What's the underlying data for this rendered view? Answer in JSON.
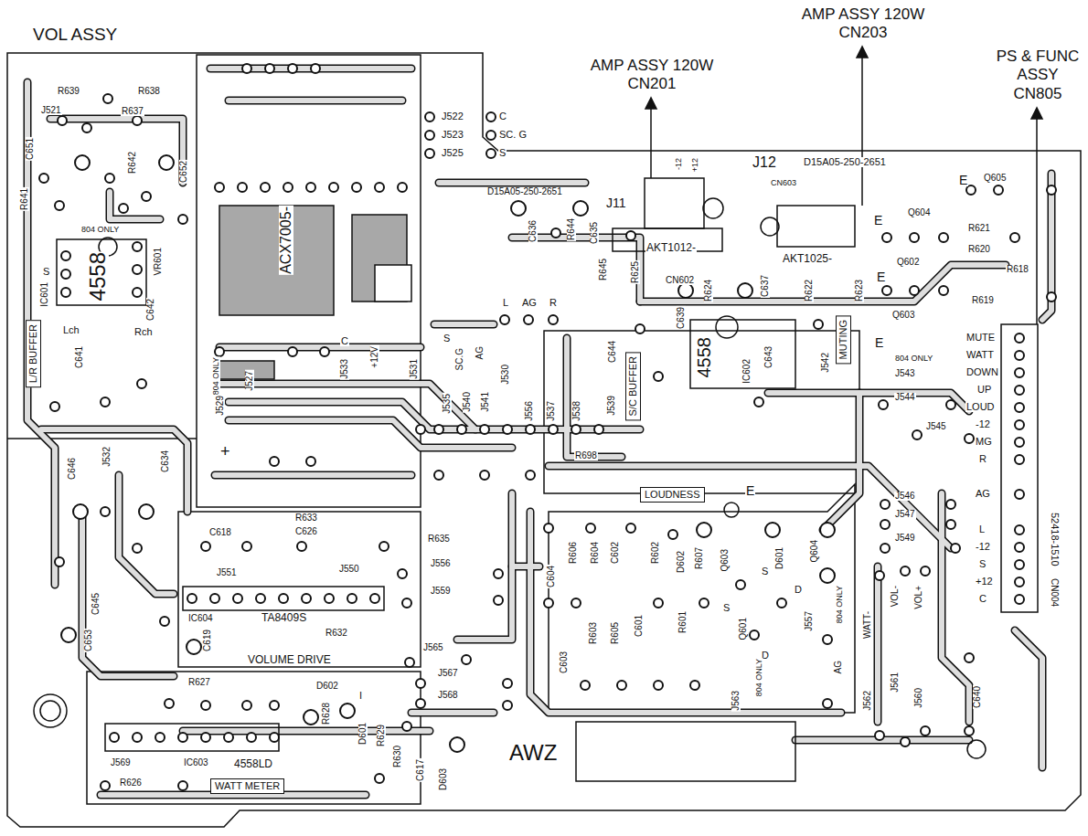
{
  "diagram": {
    "nodes": [
      {
        "text": [
          "L/R BUFFER"
        ]
      },
      {
        "text": [
          "S/C BUFFER"
        ]
      },
      {
        "text": [
          "MUTING"
        ]
      },
      {
        "text": [
          "LOUDNESS"
        ]
      },
      {
        "text": [
          "WATT METER"
        ]
      }
    ],
    "labels": [
      "VOL ASSY",
      "AMP ASSY 120W CN201",
      "AMP ASSY 120W CN203",
      "PS & FUNC ASSY CN805",
      "R639",
      "R638",
      "J521",
      "R637",
      "C651",
      "R642",
      "C652",
      "R641",
      "804 ONLY",
      "S",
      "IC601",
      "4558",
      "VR601",
      "Lch",
      "Rch",
      "C641",
      "C642",
      "J532",
      "C634",
      "C646",
      "C645",
      "C653",
      "ACX7005-",
      "J522",
      "C",
      "J523",
      "SC. G",
      "J525",
      "S",
      "804 ONLY",
      "J529",
      "J527",
      "C",
      "J533",
      "+12V",
      "+",
      "J531",
      "S",
      "SC.G",
      "AG",
      "J535",
      "J540",
      "J541",
      "L",
      "AG",
      "R",
      "J530",
      "J556",
      "J537",
      "J538",
      "J539",
      "R698",
      "D15A05-250-2651",
      "J11",
      "J12",
      "D15A05-250-2651",
      "CN603",
      "-12",
      "+12",
      "AKT1012-",
      "CN602",
      "AKT1025-",
      "C636",
      "R644",
      "C635",
      "R645",
      "R625",
      "C639",
      "R624",
      "C637",
      "R622",
      "R623",
      "E",
      "Q605",
      "Q604",
      "E",
      "R621",
      "R620",
      "R618",
      "Q602",
      "E",
      "R619",
      "Q603",
      "E",
      "804 ONLY",
      "J543",
      "J542",
      "4558",
      "IC602",
      "C643",
      "C644",
      "J544",
      "J545",
      "MUTE",
      "WATT",
      "DOWN",
      "UP",
      "LOUD",
      "-12",
      "MG",
      "R",
      "AG",
      "L",
      "-12",
      "S",
      "+12",
      "C",
      "52418-1510",
      "CN004",
      "J546",
      "J547",
      "J549",
      "WATT-",
      "VOL-",
      "VOL+",
      "J562",
      "J561",
      "J560",
      "C640",
      "AWZ",
      "C604",
      "R606",
      "R604",
      "C602",
      "R602",
      "D602",
      "R607",
      "Q603",
      "D601",
      "Q604",
      "S",
      "D",
      "S",
      "Q601",
      "D",
      "R603",
      "R605",
      "C601",
      "R601",
      "C603",
      "804 ONLY",
      "J563",
      "AG",
      "804 ONLY",
      "J557",
      "E",
      "C618",
      "R633",
      "C626",
      "R635",
      "J556",
      "J550",
      "J551",
      "IC604",
      "TA8409S",
      "R632",
      "C619",
      "J559",
      "VOLUME DRIVE",
      "J565",
      "J567",
      "J568",
      "R627",
      "D602",
      "I",
      "R628",
      "D601",
      "R629",
      "R630",
      "C617",
      "D603",
      "J569",
      "IC603",
      "4558LD",
      "R626"
    ]
  }
}
